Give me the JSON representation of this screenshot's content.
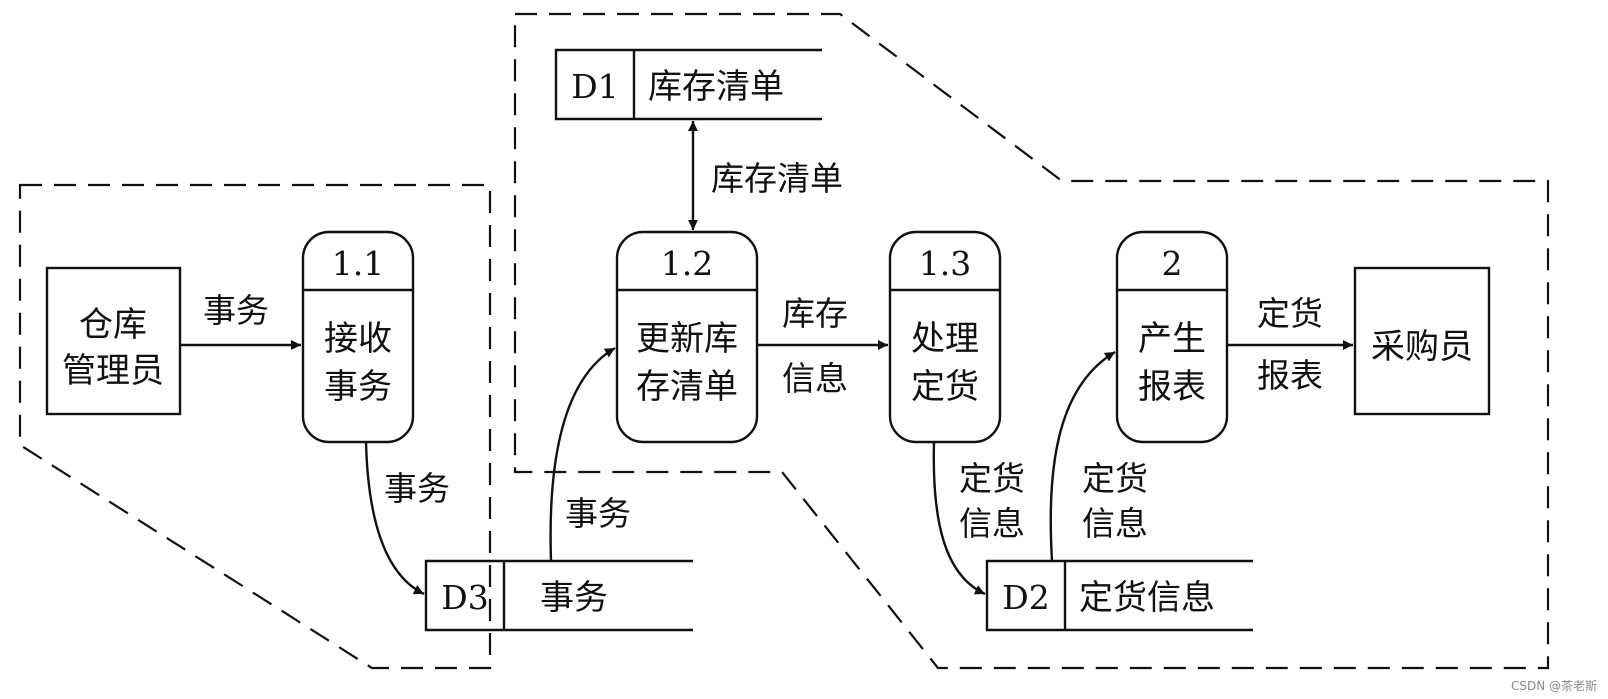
{
  "diagram": {
    "externals": {
      "warehouse_keeper": [
        "仓库",
        "管理员"
      ],
      "purchaser": "采购员"
    },
    "processes": {
      "p11": {
        "id": "1.1",
        "name": [
          "接收",
          "事务"
        ]
      },
      "p12": {
        "id": "1.2",
        "name": [
          "更新库",
          "存清单"
        ]
      },
      "p13": {
        "id": "1.3",
        "name": [
          "处理",
          "定货"
        ]
      },
      "p2": {
        "id": "2",
        "name": [
          "产生",
          "报表"
        ]
      }
    },
    "stores": {
      "d1": {
        "id": "D1",
        "name": "库存清单"
      },
      "d2": {
        "id": "D2",
        "name": "定货信息"
      },
      "d3": {
        "id": "D3",
        "name": "事务"
      }
    },
    "flows": {
      "keeper_to_p11": "事务",
      "p11_to_d3": "事务",
      "d3_to_p12": "事务",
      "d1_p12": "库存清单",
      "p12_to_p13": [
        "库存",
        "信息"
      ],
      "p13_to_d2": [
        "定货",
        "信息"
      ],
      "d2_to_p2": [
        "定货",
        "信息"
      ],
      "p2_to_purchaser": [
        "定货",
        "报表"
      ]
    }
  },
  "watermark": "CSDN @茶老斯"
}
